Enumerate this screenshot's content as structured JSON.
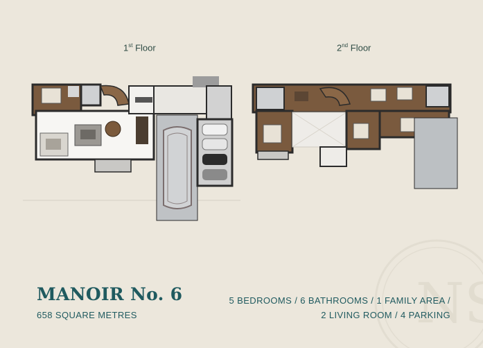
{
  "floors": {
    "first_base": "1",
    "first_sup": "st",
    "first_word": "Floor",
    "second_base": "2",
    "second_sup": "nd",
    "second_word": "Floor"
  },
  "title": "MANOIR No. 6",
  "area": "658 SQUARE METRES",
  "specs": {
    "line1": "5 BEDROOMS / 6 BATHROOMS / 1 FAMILY AREA /",
    "line2": "2 LIVING ROOM / 4 PARKING"
  },
  "logo": "NS",
  "colors": {
    "background": "#ece7dc",
    "accent": "#1f5a5f",
    "wall": "#2b2b2b",
    "wood": "#7a5a3e",
    "tile": "#b9bcbf"
  },
  "icons": [
    "car-icon",
    "sofa-icon",
    "bed-icon",
    "bathtub-icon",
    "stair-icon"
  ]
}
